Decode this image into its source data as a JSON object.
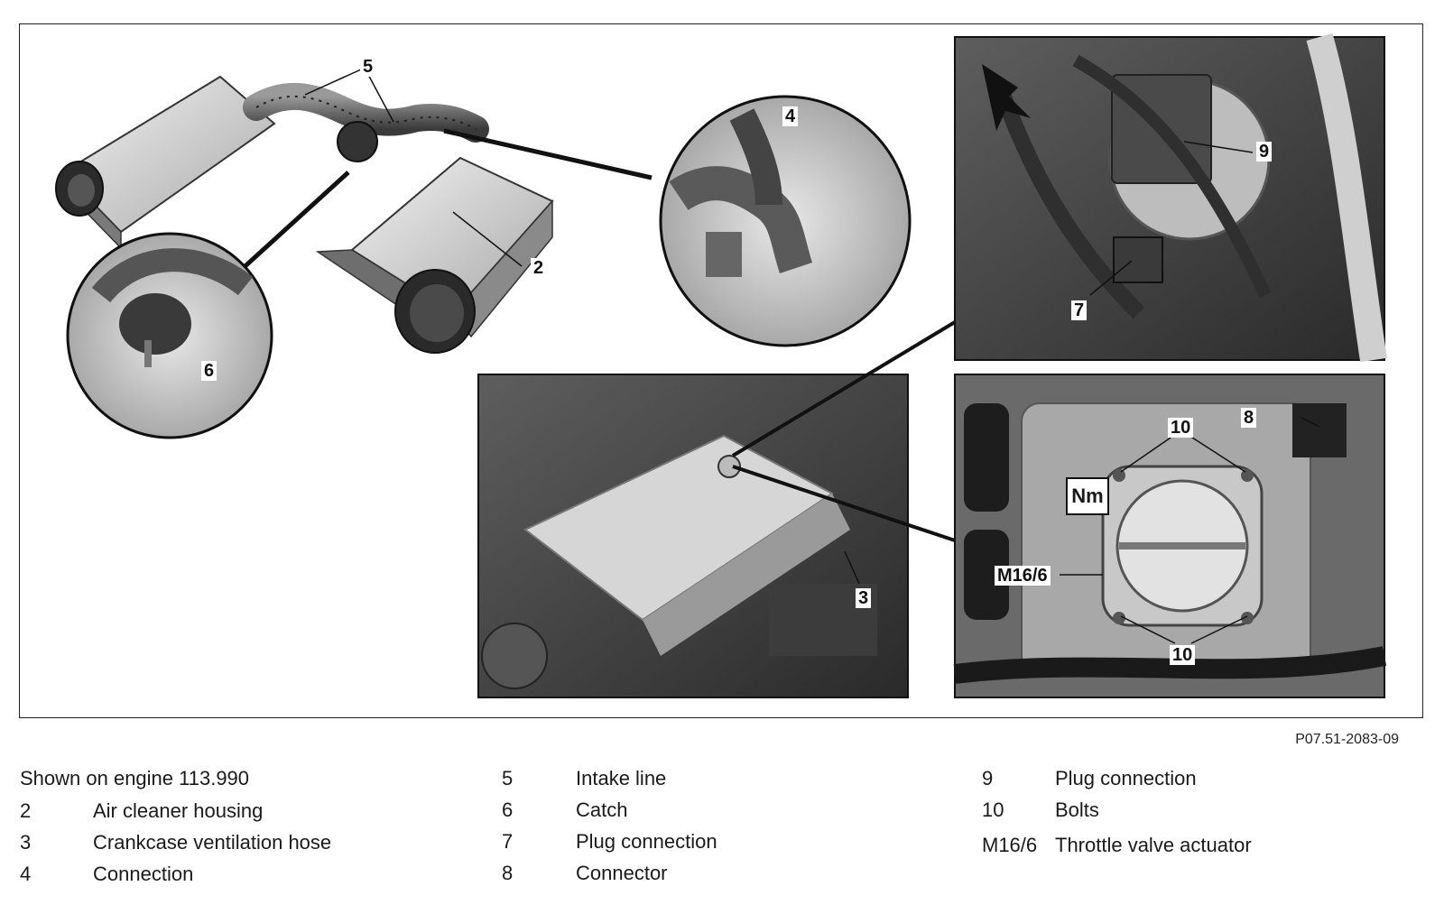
{
  "figure": {
    "reference": "P07.51-2083-09",
    "torque_symbol": "Nm",
    "callouts": {
      "c2": "2",
      "c3": "3",
      "c4": "4",
      "c5": "5",
      "c6": "6",
      "c7": "7",
      "c8": "8",
      "c9": "9",
      "c10a": "10",
      "c10b": "10",
      "m16": "M16/6"
    }
  },
  "legend": {
    "shown_on": "Shown on engine 113.990",
    "col1": [
      {
        "num": "2",
        "label": "Air cleaner housing"
      },
      {
        "num": "3",
        "label": "Crankcase ventilation hose"
      },
      {
        "num": "4",
        "label": "Connection"
      }
    ],
    "col2": [
      {
        "num": "5",
        "label": "Intake line"
      },
      {
        "num": "6",
        "label": "Catch"
      },
      {
        "num": "7",
        "label": "Plug connection"
      },
      {
        "num": "8",
        "label": "Connector"
      }
    ],
    "col3": [
      {
        "num": "9",
        "label": "Plug connection"
      },
      {
        "num": "10",
        "label": "Bolts"
      },
      {
        "num": "M16/6",
        "label": "Throttle valve actuator"
      }
    ]
  }
}
